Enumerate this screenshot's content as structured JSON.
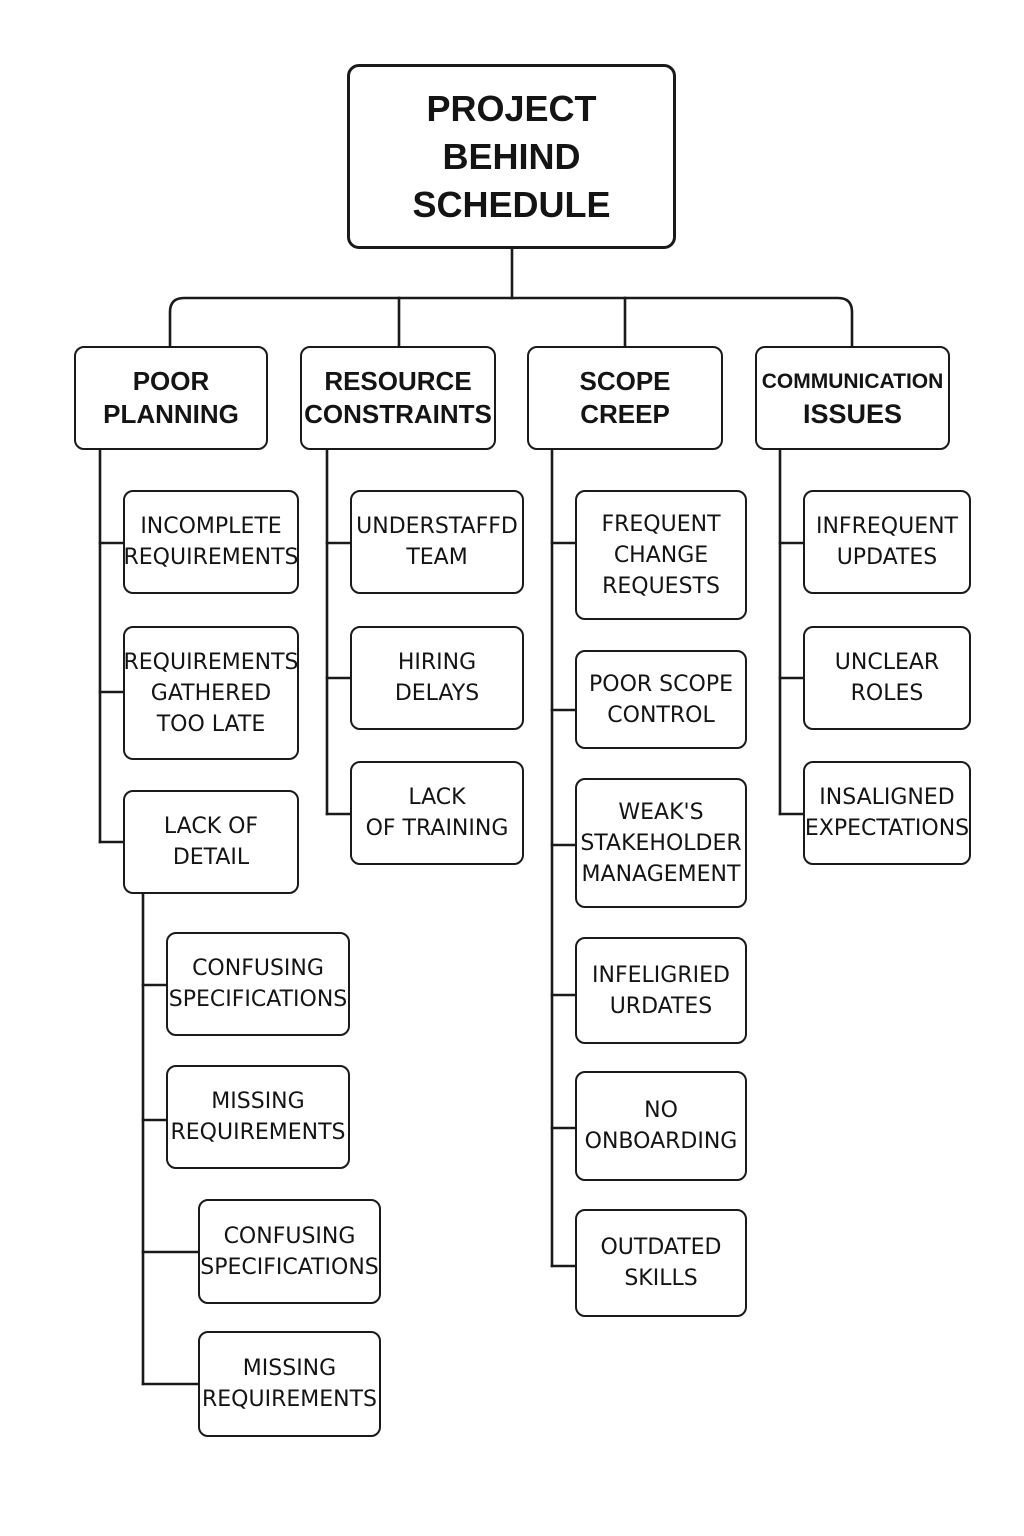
{
  "root": {
    "label": "PROJECT\nBEHIND\nSCHEDULE"
  },
  "categories": [
    {
      "label": "POOR\nPLANNING",
      "causes": [
        "INCOMPLETE\nREQUIREMENTS",
        "REQUIREMENTS\nGATHERED\nTOO LATE",
        "LACK OF\nDETAIL"
      ],
      "subcauses": [
        "CONFUSING\nSPECIFICATIONS",
        "MISSING\nREQUIREMENTS",
        "CONFUSING\nSPECIFICATIONS",
        "MISSING\nREQUIREMENTS"
      ]
    },
    {
      "label": "RESOURCE\nCONSTRAINTS",
      "causes": [
        "UNDERSTAFFD\nTEAM",
        "HIRING\nDELAYS",
        "LACK\nOF TRAINING"
      ]
    },
    {
      "label": "SCOPE\nCREEP",
      "causes": [
        "FREQUENT\nCHANGE\nREQUESTS",
        "POOR SCOPE\nCONTROL",
        "WEAK'S\nSTAKEHOLDER\nMANAGEMENT",
        "INFELIGRIED\nURDATES",
        "NO\nONBOARDING",
        "OUTDATED\nSKILLS"
      ]
    },
    {
      "label_line1": "COMMUNICATION",
      "label_line2": "ISSUES",
      "causes": [
        "INFREQUENT\nUPDATES",
        "UNCLEAR\nROLES",
        "INSALIGNED\nEXPECTATIONS"
      ]
    }
  ]
}
